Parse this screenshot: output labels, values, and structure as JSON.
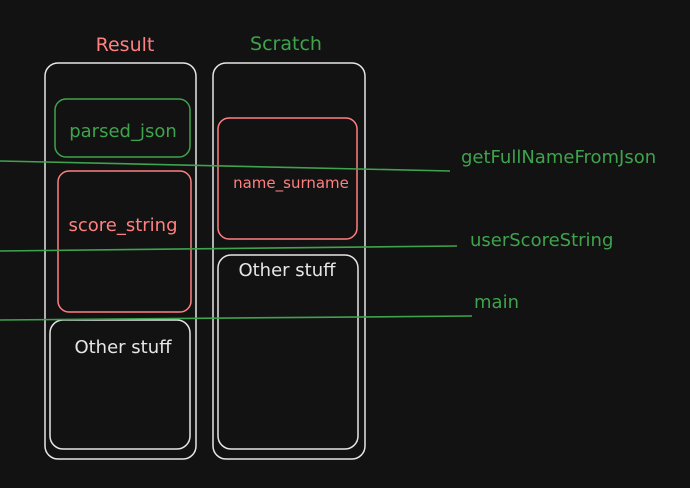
{
  "colors": {
    "background": "#121212",
    "red": "#ff8080",
    "green": "#3fa34d",
    "white": "#e6e6e6"
  },
  "columns": {
    "result": {
      "title": "Result",
      "blocks": [
        "parsed_json",
        "score_string",
        "Other stuff"
      ]
    },
    "scratch": {
      "title": "Scratch",
      "blocks": [
        "name_surname",
        "Other stuff"
      ]
    }
  },
  "functions": [
    "getFullNameFromJson",
    "userScoreString",
    "main"
  ]
}
